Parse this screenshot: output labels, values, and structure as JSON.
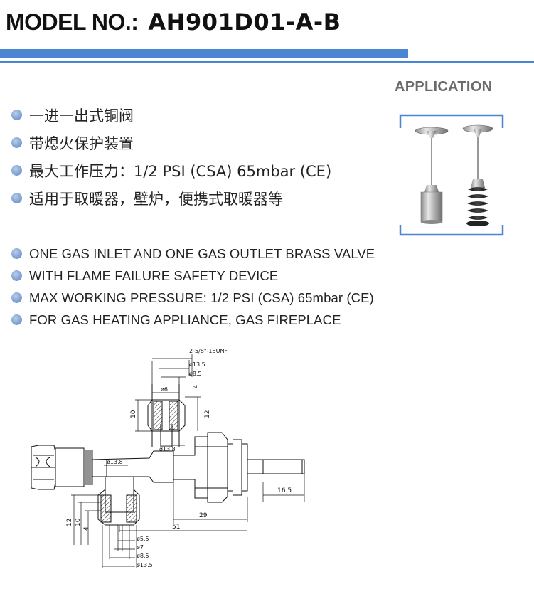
{
  "header": {
    "model_label": "MODEL NO.:",
    "model_value": "AH901D01-A-B"
  },
  "application": {
    "title": "APPLICATION"
  },
  "features_cn": [
    "一进一出式铜阀",
    "带熄火保护装置",
    "最大工作压力：1/2 PSI (CSA) 65mbar (CE)",
    "适用于取暖器，壁炉，便携式取暖器等"
  ],
  "features_en": [
    "ONE GAS INLET AND ONE GAS OUTLET BRASS VALVE",
    "WITH FLAME FAILURE SAFETY DEVICE",
    "MAX WORKING PRESSURE: 1/2 PSI (CSA) 65mbar (CE)",
    "FOR GAS HEATING APPLIANCE, GAS FIREPLACE"
  ],
  "drawing": {
    "thread": "2-5/8\"-18UNF",
    "top_d135": "ø13.5",
    "top_d85": "ø8.5",
    "top_4": "4",
    "top_d6": "ø6",
    "top_10": "10",
    "top_12": "12",
    "top_d138": "ø13.8",
    "left_d138": "ø13.8",
    "dim_165": "16.5",
    "dim_29": "29",
    "dim_51": "51",
    "bot_12": "12",
    "bot_10": "10",
    "bot_4": "4",
    "bot_d55": "ø5.5",
    "bot_d7": "ø7",
    "bot_d85": "ø8.5",
    "bot_d135": "ø13.5"
  },
  "colors": {
    "accent_blue": "#4a86d1",
    "bullet": "#7fa0d2",
    "app_title": "#6b6b6b"
  }
}
